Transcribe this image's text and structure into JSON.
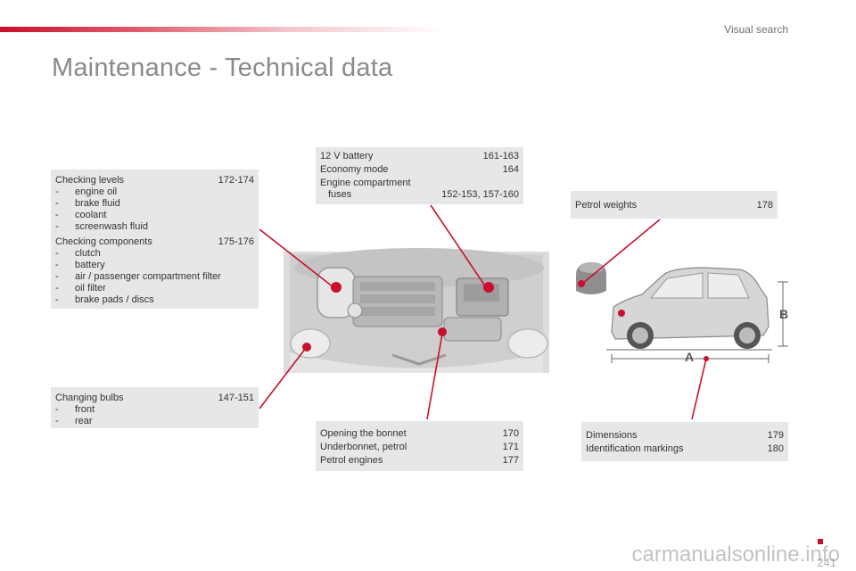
{
  "header": {
    "section_link": "Visual search",
    "title": "Maintenance - Technical data",
    "accent_color": "#c8102e"
  },
  "boxes": {
    "checking": {
      "levels_label": "Checking levels",
      "levels_pages": "172-174",
      "levels_items": [
        "engine oil",
        "brake fluid",
        "coolant",
        "screenwash fluid"
      ],
      "components_label": "Checking components",
      "components_pages": "175-176",
      "components_items": [
        "clutch",
        "battery",
        "air / passenger compartment filter",
        "oil filter",
        "brake pads / discs"
      ]
    },
    "battery": {
      "rows": [
        {
          "label": "12 V battery",
          "pages": "161-163"
        },
        {
          "label": "Economy mode",
          "pages": "164"
        }
      ],
      "fuses_label_1": "Engine compartment",
      "fuses_label_2": "fuses",
      "fuses_pages": "152-153, 157-160"
    },
    "weights": {
      "label": "Petrol weights",
      "pages": "178"
    },
    "bulbs": {
      "label": "Changing bulbs",
      "pages": "147-151",
      "items": [
        "front",
        "rear"
      ]
    },
    "bonnet": {
      "rows": [
        {
          "label": "Opening the bonnet",
          "pages": "170"
        },
        {
          "label": "Underbonnet, petrol",
          "pages": "171"
        },
        {
          "label": "Petrol engines",
          "pages": "177"
        }
      ]
    },
    "dimensions": {
      "rows": [
        {
          "label": "Dimensions",
          "pages": "179"
        },
        {
          "label": "Identification markings",
          "pages": "180"
        }
      ]
    }
  },
  "diagram": {
    "label_a": "A",
    "label_b": "B"
  },
  "footer": {
    "page_number": "241",
    "watermark": "carmanualsonline.info"
  }
}
